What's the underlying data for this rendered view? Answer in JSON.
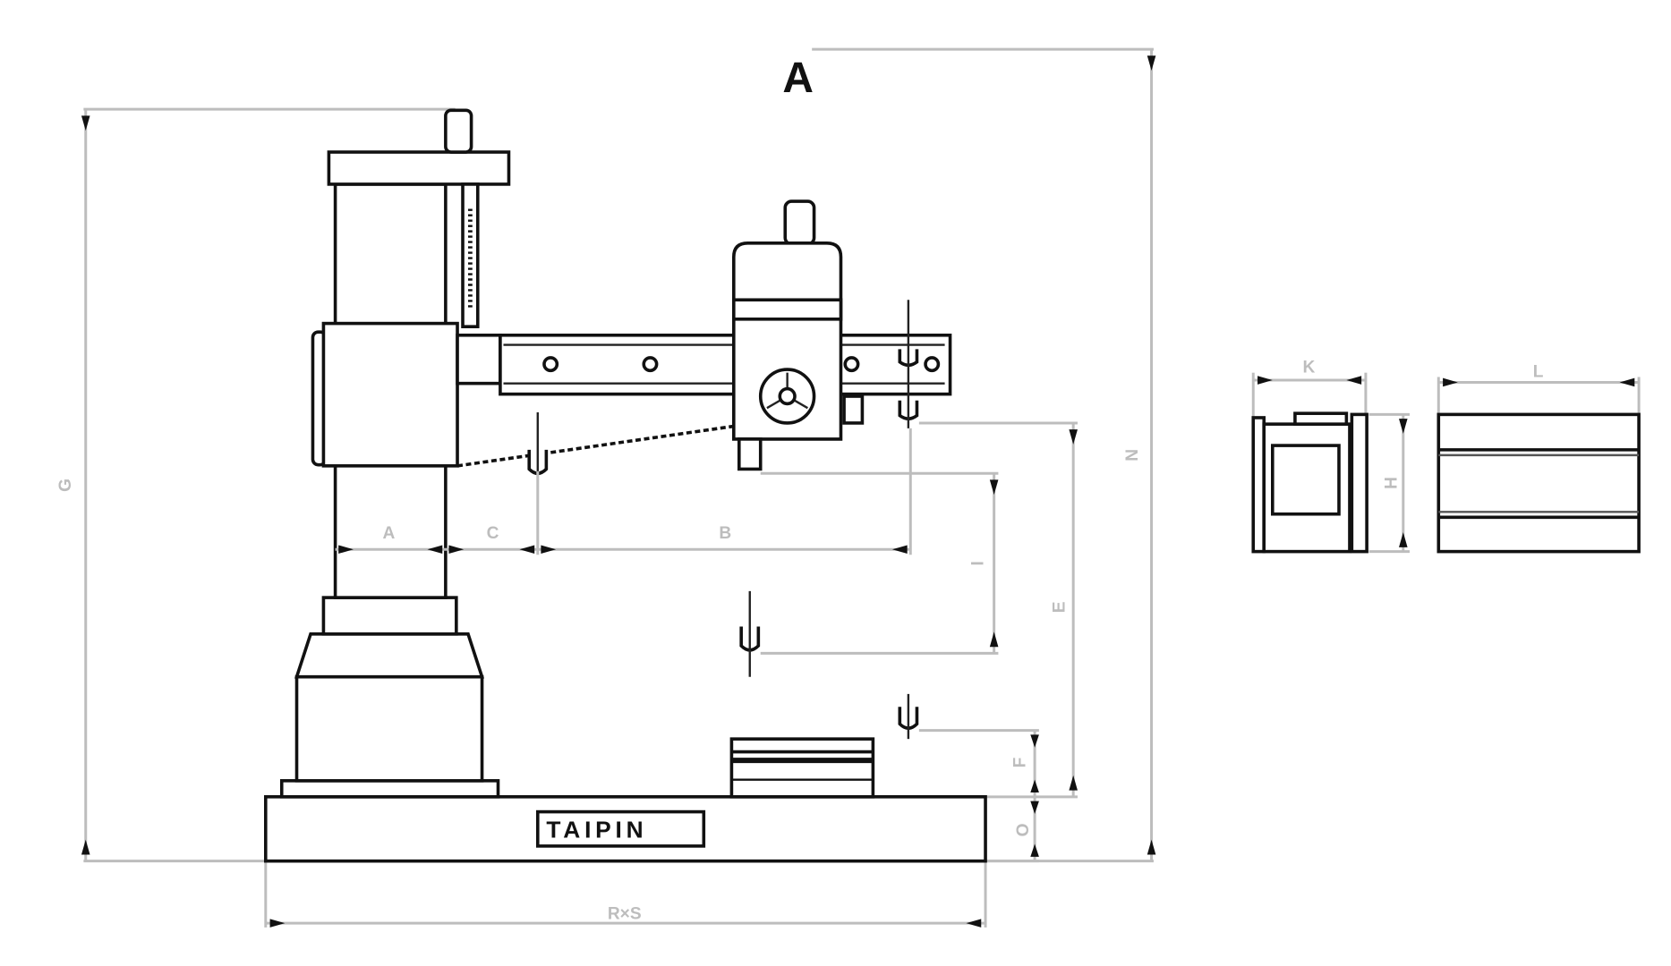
{
  "drawing": {
    "title_mark": "A",
    "brand_plate": "TAIPIN",
    "dimensions": {
      "overall_column_height": "G",
      "overall_height": "N",
      "column_diameter": "A",
      "min_spindle_to_column": "C",
      "arm_travel": "B",
      "spindle_stroke": "I",
      "spindle_to_base": "E",
      "spindle_to_table": "F",
      "base_height": "O",
      "base_size": "R×S",
      "table_width": "K",
      "table_height": "H",
      "table_length": "L"
    }
  }
}
